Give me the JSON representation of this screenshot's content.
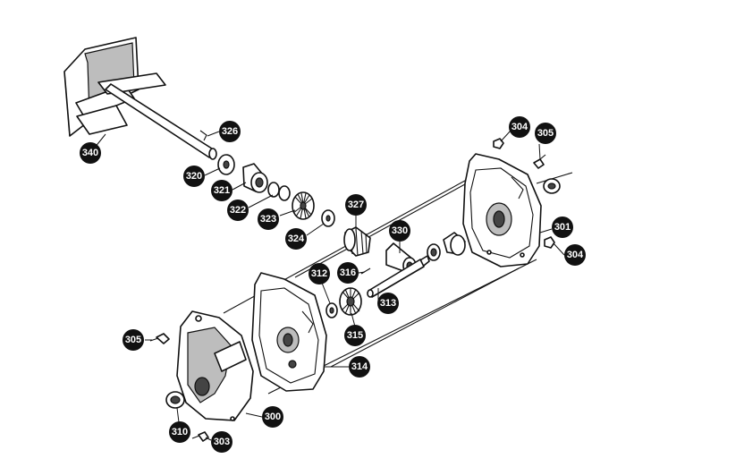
{
  "diagram": {
    "callouts": {
      "c340": "340",
      "c326": "326",
      "c320": "320",
      "c321": "321",
      "c322": "322",
      "c323": "323",
      "c324": "324",
      "c327": "327",
      "c330": "330",
      "c304a": "304",
      "c305a": "305",
      "c301": "301",
      "c304b": "304",
      "c312": "312",
      "c316": "316",
      "c313": "313",
      "c315": "315",
      "c314": "314",
      "c305b": "305",
      "c300": "300",
      "c310": "310",
      "c303": "303"
    }
  }
}
